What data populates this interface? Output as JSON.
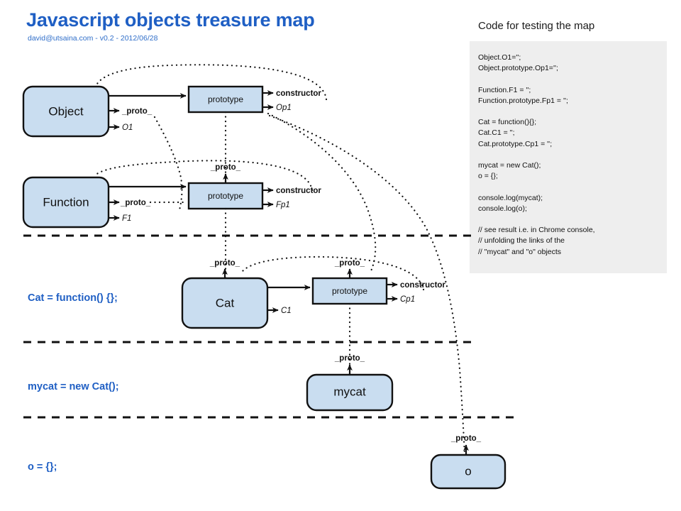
{
  "page": {
    "title": "Javascript objects treasure map",
    "subtitle": "david@utsaina.com - v0.2 - 2012/06/28",
    "accent_color": "#1f5fc4",
    "node_fill_color": "#c9ddf0",
    "code_panel_bg": "#eeeeee"
  },
  "code_panel": {
    "heading": "Code for testing the map",
    "code": "Object.O1='';\nObject.prototype.Op1='';\n\nFunction.F1 = '';\nFunction.prototype.Fp1 = '';\n\nCat = function(){};\nCat.C1 = '';\nCat.prototype.Cp1 = '';\n\nmycat = new Cat();\no = {};\n\nconsole.log(mycat);\nconsole.log(o);\n\n// see result i.e. in Chrome console,\n// unfolding the links of the\n// \"mycat\" and \"o\" objects"
  },
  "side_labels": {
    "cat": "Cat = function() {};",
    "mycat": "mycat = new Cat();",
    "o": "o = {};"
  },
  "nodes": {
    "object": "Object",
    "function": "Function",
    "cat": "Cat",
    "mycat": "mycat",
    "o": "o",
    "prototype": "prototype"
  },
  "rows": [
    {
      "id": "object-row",
      "node": "Object",
      "node_props": [
        {
          "name": "_proto_",
          "style": "bold"
        },
        {
          "name": "O1",
          "style": "italic"
        }
      ],
      "prototype": "prototype",
      "prototype_props": [
        {
          "name": "constructor",
          "style": "bold"
        },
        {
          "name": "Op1",
          "style": "italic"
        }
      ]
    },
    {
      "id": "function-row",
      "node": "Function",
      "node_props": [
        {
          "name": "_proto_",
          "style": "bold"
        },
        {
          "name": "F1",
          "style": "italic"
        }
      ],
      "prototype": "prototype",
      "prototype_props": [
        {
          "name": "constructor",
          "style": "bold"
        },
        {
          "name": "Fp1",
          "style": "italic"
        }
      ],
      "prototype_proto_label": "_proto_"
    },
    {
      "id": "cat-row",
      "node": "Cat",
      "node_proto_label": "_proto_",
      "node_props": [
        {
          "name": "C1",
          "style": "italic"
        }
      ],
      "prototype": "prototype",
      "prototype_proto_label": "_proto_",
      "prototype_props": [
        {
          "name": "constructor",
          "style": "bold"
        },
        {
          "name": "Cp1",
          "style": "italic"
        }
      ]
    },
    {
      "id": "mycat-row",
      "node": "mycat",
      "node_proto_label": "_proto_"
    },
    {
      "id": "o-row",
      "node": "o",
      "node_proto_label": "_proto_"
    }
  ],
  "proto_labels": {
    "object_proto": "_proto_",
    "function_prototype_proto": "_proto_",
    "cat_proto": "_proto_",
    "cat_prototype_proto": "_proto_",
    "mycat_proto": "_proto_",
    "o_proto": "_proto_"
  }
}
